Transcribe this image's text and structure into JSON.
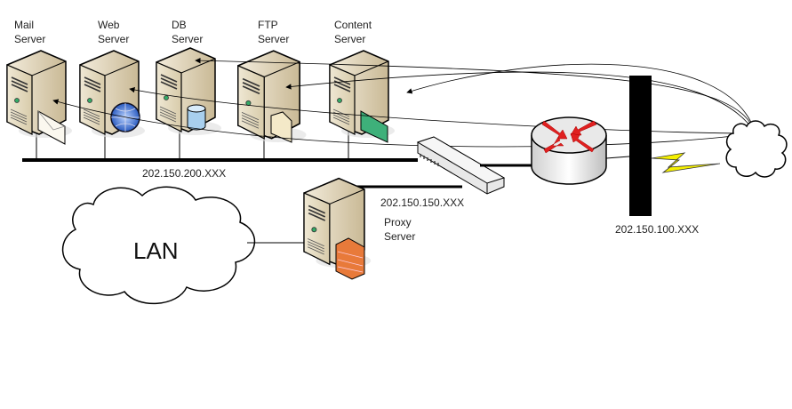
{
  "servers": [
    {
      "line1": "Mail",
      "line2": "Server",
      "badge": "envelope-icon"
    },
    {
      "line1": "Web",
      "line2": "Server",
      "badge": "globe-icon"
    },
    {
      "line1": "DB",
      "line2": "Server",
      "badge": "database-icon"
    },
    {
      "line1": "FTP",
      "line2": "Server",
      "badge": "folder-icon"
    },
    {
      "line1": "Content",
      "line2": "Server",
      "badge": "money-icon"
    }
  ],
  "proxy": {
    "line1": "Proxy",
    "line2": "Server",
    "badge": "firewall-brick-icon"
  },
  "networks": {
    "dmz": "202.150.200.XXX",
    "internal": "202.150.150.XXX",
    "external": "202.150.100.XXX"
  },
  "lan_label": "LAN",
  "colors": {
    "server_body": "#e6dcc4",
    "router_arrows": "#e02020",
    "wan_link": "#f5f000",
    "firewall": "#000000"
  }
}
